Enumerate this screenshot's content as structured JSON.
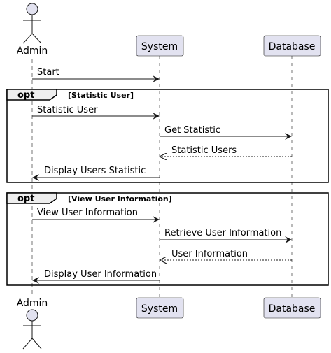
{
  "participants": {
    "admin": "Admin",
    "system": "System",
    "database": "Database"
  },
  "fragments": [
    {
      "keyword": "opt",
      "condition": "[Statistic User]"
    },
    {
      "keyword": "opt",
      "condition": "[View User Information]"
    }
  ],
  "messages": [
    {
      "label": "Start",
      "style": "sync"
    },
    {
      "label": "Statistic User",
      "style": "sync"
    },
    {
      "label": "Get Statistic",
      "style": "sync"
    },
    {
      "label": "Statistic Users",
      "style": "return"
    },
    {
      "label": "Display Users Statistic",
      "style": "sync"
    },
    {
      "label": "View User Information",
      "style": "sync"
    },
    {
      "label": "Retrieve User Information",
      "style": "sync"
    },
    {
      "label": "User Information",
      "style": "return"
    },
    {
      "label": "Display User Information",
      "style": "sync"
    }
  ],
  "colors": {
    "participant_fill": "#E2E2F0",
    "participant_border": "#181818",
    "lifeline": "#181818",
    "fragment_header": "#EEEEEE"
  }
}
